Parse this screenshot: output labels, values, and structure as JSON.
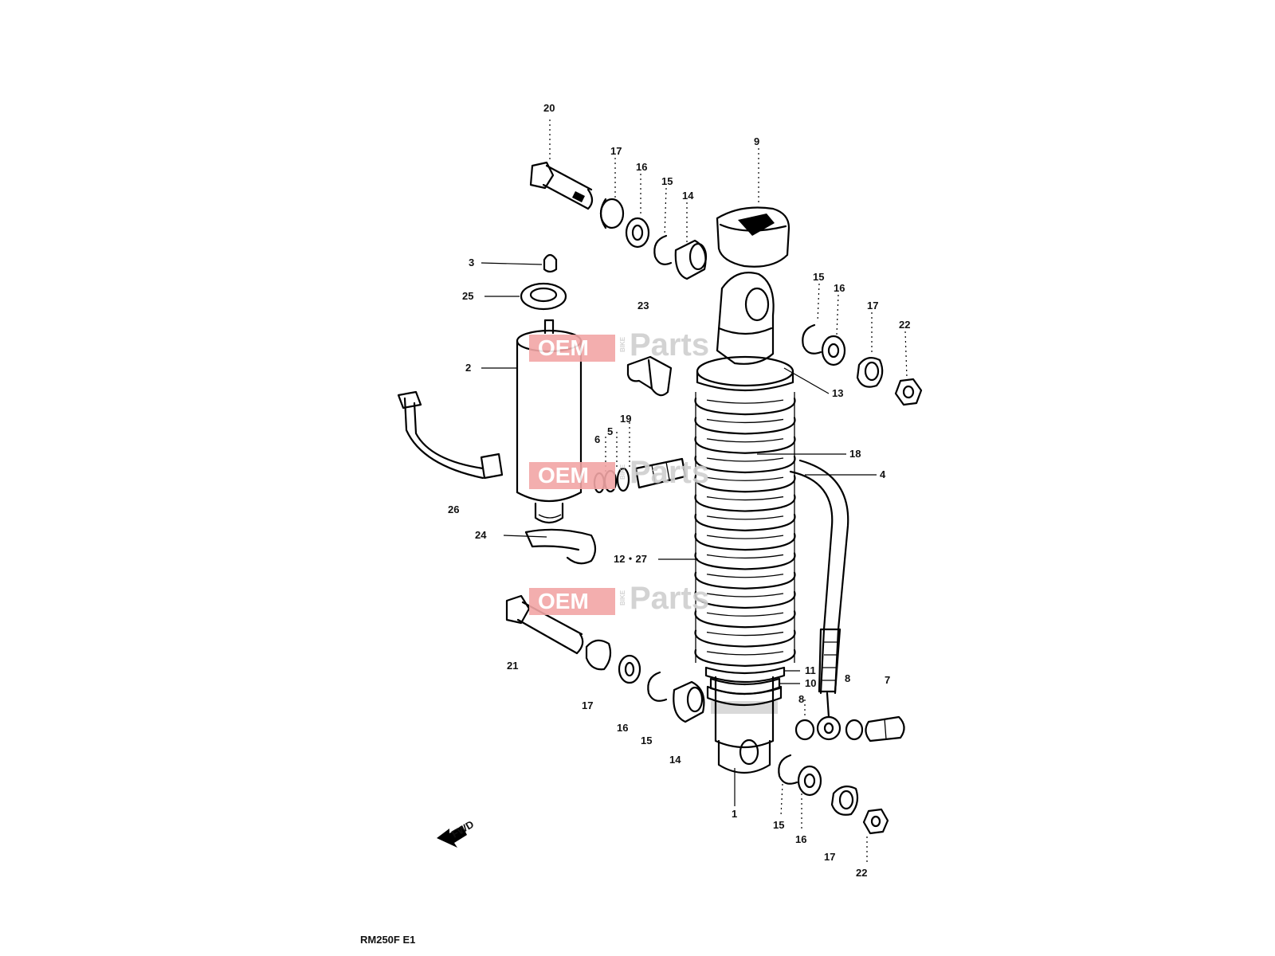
{
  "caption": "RM250F E1",
  "arrow_label": "FWD",
  "watermark": {
    "oem": "OEM",
    "bike": "BIKE",
    "parts": "Parts",
    "color_box": "#f2a6a6",
    "color_text": "#cfcfcf"
  },
  "callouts": {
    "c20": "20",
    "c17a": "17",
    "c16a": "16",
    "c15a": "15",
    "c14a": "14",
    "c9": "9",
    "c3": "3",
    "c25": "25",
    "c23": "23",
    "c2": "2",
    "c15b": "15",
    "c16b": "16",
    "c17b": "17",
    "c22a": "22",
    "c13": "13",
    "c6": "6",
    "c5": "5",
    "c19": "19",
    "c18": "18",
    "c4": "4",
    "c26": "26",
    "c24": "24",
    "c1227": "12・27",
    "c21": "21",
    "c11": "11",
    "c10": "10",
    "c8a": "8",
    "c7": "7",
    "c8b": "8",
    "c17c": "17",
    "c16c": "16",
    "c15c": "15",
    "c14b": "14",
    "c1": "1",
    "c15d": "15",
    "c16d": "16",
    "c17d": "17",
    "c22b": "22"
  }
}
